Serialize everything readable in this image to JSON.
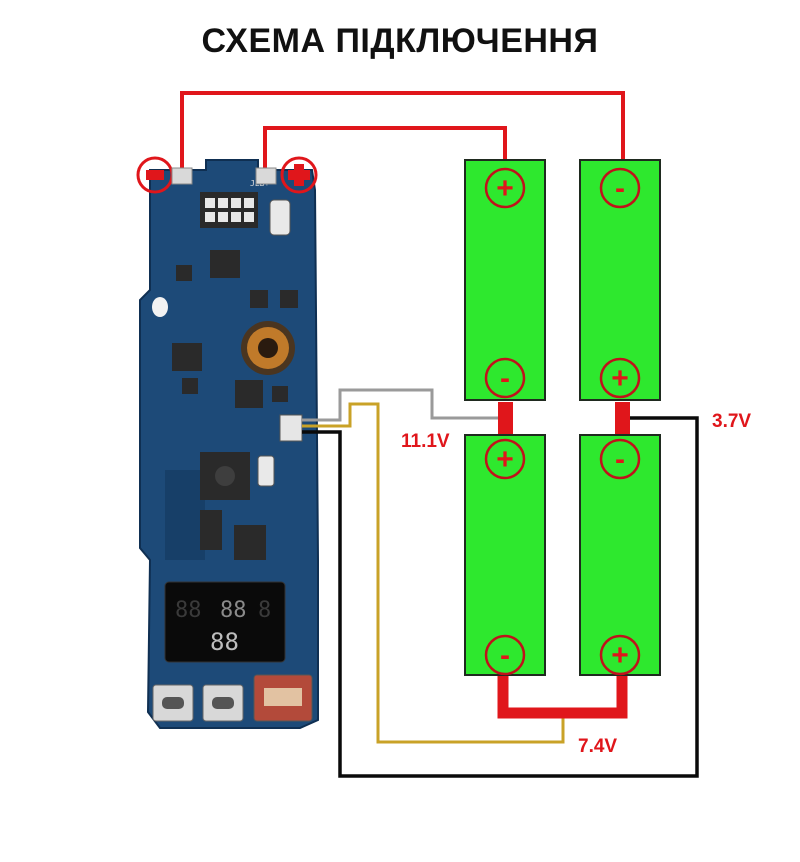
{
  "title": "СХЕМА ПІДКЛЮЧЕННЯ",
  "board": {
    "marking": "JEB+"
  },
  "terminals": {
    "negative": "-",
    "positive": "+"
  },
  "cells": {
    "top_left": {
      "top": "+",
      "bottom": "-"
    },
    "top_right": {
      "top": "-",
      "bottom": "+"
    },
    "bottom_left": {
      "top": "+",
      "bottom": "-"
    },
    "bottom_right": {
      "top": "-",
      "bottom": "+"
    }
  },
  "voltages": {
    "v11": "11.1V",
    "v37": "3.7V",
    "v74": "7.4V"
  },
  "colors": {
    "cell_green": "#2ee82e",
    "cell_border": "#1f2a1f",
    "terminal_red": "#e0161b",
    "wire_red": "#e0161b",
    "wire_black": "#0a0a0a",
    "wire_gray": "#9a9a9a",
    "wire_yellow": "#c9a227",
    "pcb_blue": "#1d4a78"
  }
}
